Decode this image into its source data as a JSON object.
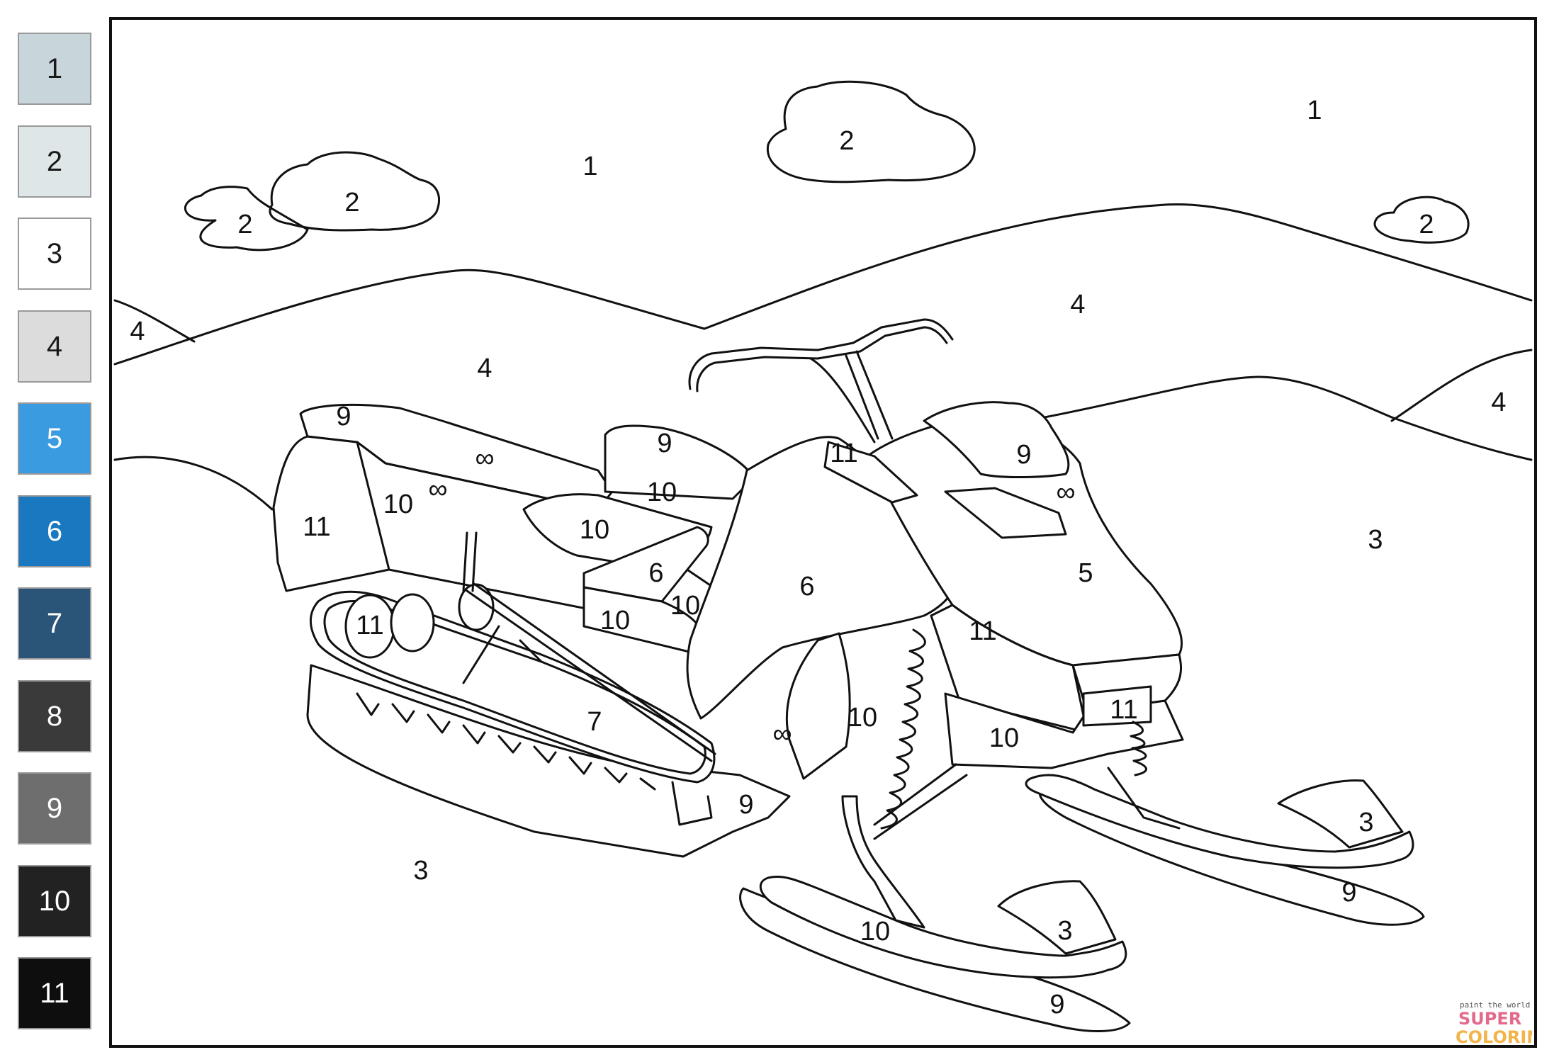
{
  "palette": [
    {
      "label": "1",
      "color": "#c8d5da",
      "text": "#1a1a1a"
    },
    {
      "label": "2",
      "color": "#dfe6e8",
      "text": "#1a1a1a"
    },
    {
      "label": "3",
      "color": "#ffffff",
      "text": "#1a1a1a"
    },
    {
      "label": "4",
      "color": "#dcdcdc",
      "text": "#1a1a1a"
    },
    {
      "label": "5",
      "color": "#3a9be0",
      "text": "#ffffff"
    },
    {
      "label": "6",
      "color": "#1a78c0",
      "text": "#ffffff"
    },
    {
      "label": "7",
      "color": "#2a5478",
      "text": "#ffffff"
    },
    {
      "label": "8",
      "color": "#3a3a3a",
      "text": "#ffffff"
    },
    {
      "label": "9",
      "color": "#6e6e6e",
      "text": "#ffffff"
    },
    {
      "label": "10",
      "color": "#222222",
      "text": "#ffffff"
    },
    {
      "label": "11",
      "color": "#0e0e0e",
      "text": "#ffffff"
    }
  ],
  "regions": {
    "sky_1": "1",
    "sky_2": "1",
    "cloud_a": "2",
    "cloud_b": "2",
    "cloud_c": "2",
    "cloud_d": "2",
    "hill_left": "4",
    "hill_mid": "4",
    "hill_right_top": "4",
    "hill_right_edge": "4",
    "snow_right": "3",
    "snow_bottom": "3",
    "seat_top": "9",
    "seat_front": "9",
    "hood_top": "9",
    "seat_side_a": "10",
    "seat_side_b": "10",
    "seat_side_c": "10",
    "rear_fender": "11",
    "windshield_vent": "11",
    "side_panel_6a": "6",
    "side_panel_6b": "6",
    "mid_panel_10a": "10",
    "mid_panel_10b": "10",
    "hood_side": "5",
    "engine_side": "11",
    "wheel_hub": "11",
    "track_frame": "7",
    "lower_body": "10",
    "front_lower": "10",
    "bumper_vent": "11",
    "shadow_body": "9",
    "ski_left_mount": "10",
    "ski_left_tip": "3",
    "ski_right_tip": "3",
    "ski_left_shadow": "9",
    "ski_right_shadow": "9"
  },
  "logo": {
    "line1": "paint the world",
    "line2": "SUPER",
    "line3": "COLORING"
  }
}
